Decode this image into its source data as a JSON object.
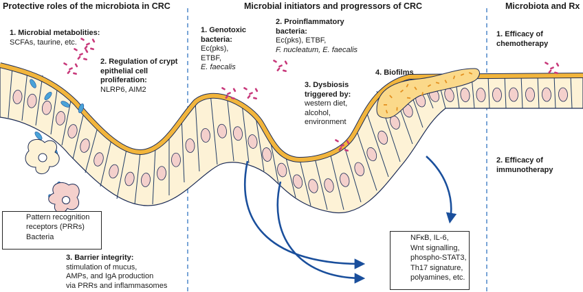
{
  "headers": {
    "left": "Protective roles of the microbiota in CRC",
    "middle": "Microbial initiators and progressors of CRC",
    "right": "Microbiota and Rx"
  },
  "protective": {
    "metabolites": {
      "title": "1. Microbial metabolities:",
      "lines": [
        "SCFAs, taurine, etc."
      ]
    },
    "crypt": {
      "title": [
        "2. Regulation of crypt",
        "epithelial cell",
        "proliferation:"
      ],
      "lines": [
        "NLRP6, AIM2"
      ]
    },
    "barrier": {
      "title": "3. Barrier integrity:",
      "lines": [
        "stimulation of mucus,",
        "AMPs, and IgA production",
        "via PRRs and inflammasomes"
      ]
    }
  },
  "initiators": {
    "genotoxic": {
      "title": [
        "1. Genotoxic",
        "bacteria:"
      ],
      "lines": [
        "Ec(pks),",
        "ETBF,"
      ],
      "italic_line": "E. faecalis"
    },
    "proinflammatory": {
      "title": [
        "2. Proinflammatory",
        "bacteria:"
      ],
      "lines": [
        "Ec(pks), ETBF,"
      ],
      "italic_line": "F. nucleatum, E. faecalis"
    },
    "dysbiosis": {
      "title": [
        "3. Dysbiosis",
        "triggered by:"
      ],
      "lines": [
        "western diet,",
        "alcohol,",
        "environment"
      ]
    },
    "biofilms": {
      "title": "4. Biofilms"
    }
  },
  "rx": {
    "chemo": {
      "title": [
        "1. Efficacy of",
        "chemotherapy"
      ]
    },
    "immuno": {
      "title": [
        "2. Efficacy of",
        "immunotherapy"
      ]
    }
  },
  "legend": {
    "prr": [
      "Pattern recognition",
      "receptors (PRRs)"
    ],
    "bacteria": "Bacteria"
  },
  "outcomes": [
    "NFκB, IL-6,",
    "Wnt signalling,",
    "phospho-STAT3,",
    "Th17 signature,",
    "polyamines, etc."
  ],
  "colors": {
    "mucus": "#f2b53c",
    "cell_fill": "#fdf2d6",
    "cell_border": "#1e3a64",
    "nucleus": "#f4d0cc",
    "bacteria": "#c8397b",
    "prr": "#4aa3d8",
    "arrow": "#1a4f9c",
    "divider": "#2f74c0",
    "outline": "#1a2a55"
  }
}
